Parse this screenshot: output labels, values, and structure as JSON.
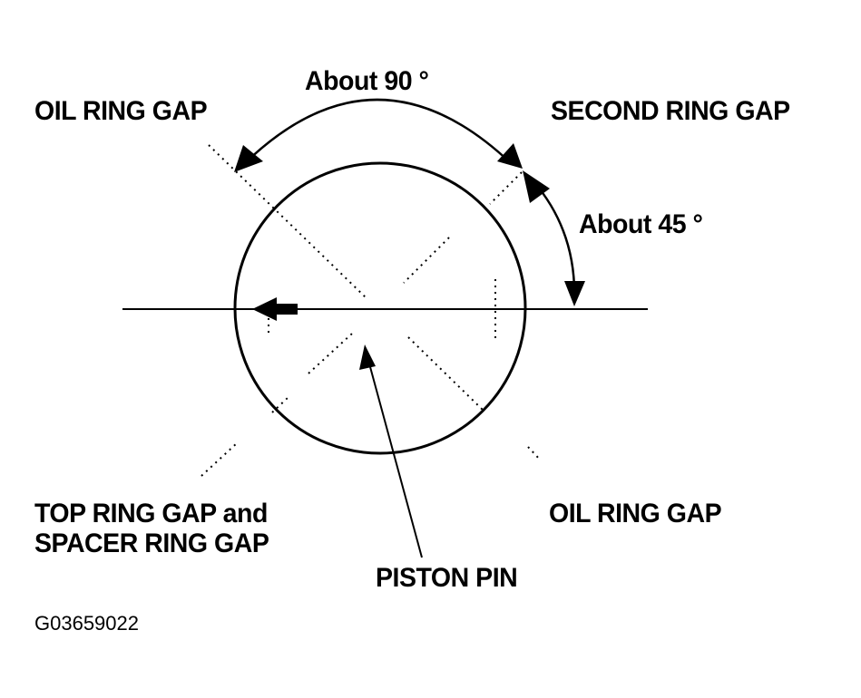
{
  "labels": {
    "angle_90": "About 90 °",
    "angle_45": "About 45 °",
    "oil_ring_gap_upper": "OIL RING GAP",
    "second_ring_gap": "SECOND RING GAP",
    "top_ring_gap_line1": "TOP RING GAP and",
    "top_ring_gap_line2": "SPACER RING GAP",
    "oil_ring_gap_lower": "OIL RING GAP",
    "piston_pin": "PISTON PIN"
  },
  "figure_code": "G03659022",
  "colors": {
    "ink": "#000000",
    "background": "#ffffff"
  }
}
